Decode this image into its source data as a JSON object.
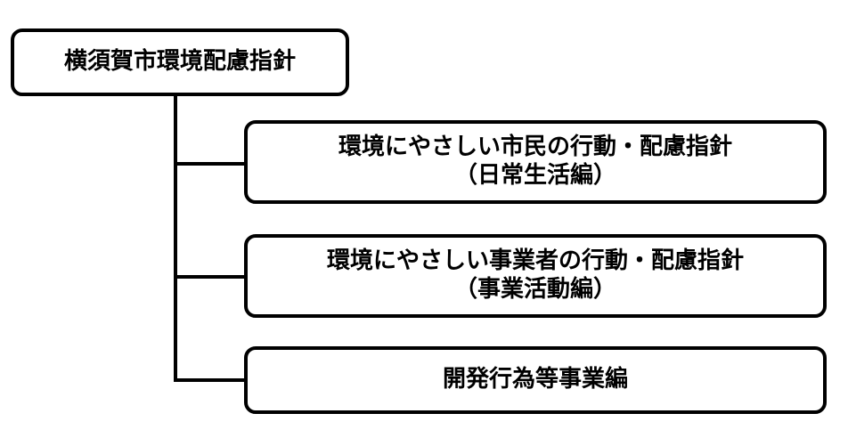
{
  "diagram": {
    "root": {
      "label": "横須賀市環境配慮指針"
    },
    "children": [
      {
        "line1": "環境にやさしい市民の行動・配慮指針",
        "line2": "（日常生活編）"
      },
      {
        "line1": "環境にやさしい事業者の行動・配慮指針",
        "line2": "（事業活動編）"
      },
      {
        "line1": "開発行為等事業編"
      }
    ]
  },
  "colors": {
    "stroke": "#000000",
    "background": "#ffffff"
  }
}
